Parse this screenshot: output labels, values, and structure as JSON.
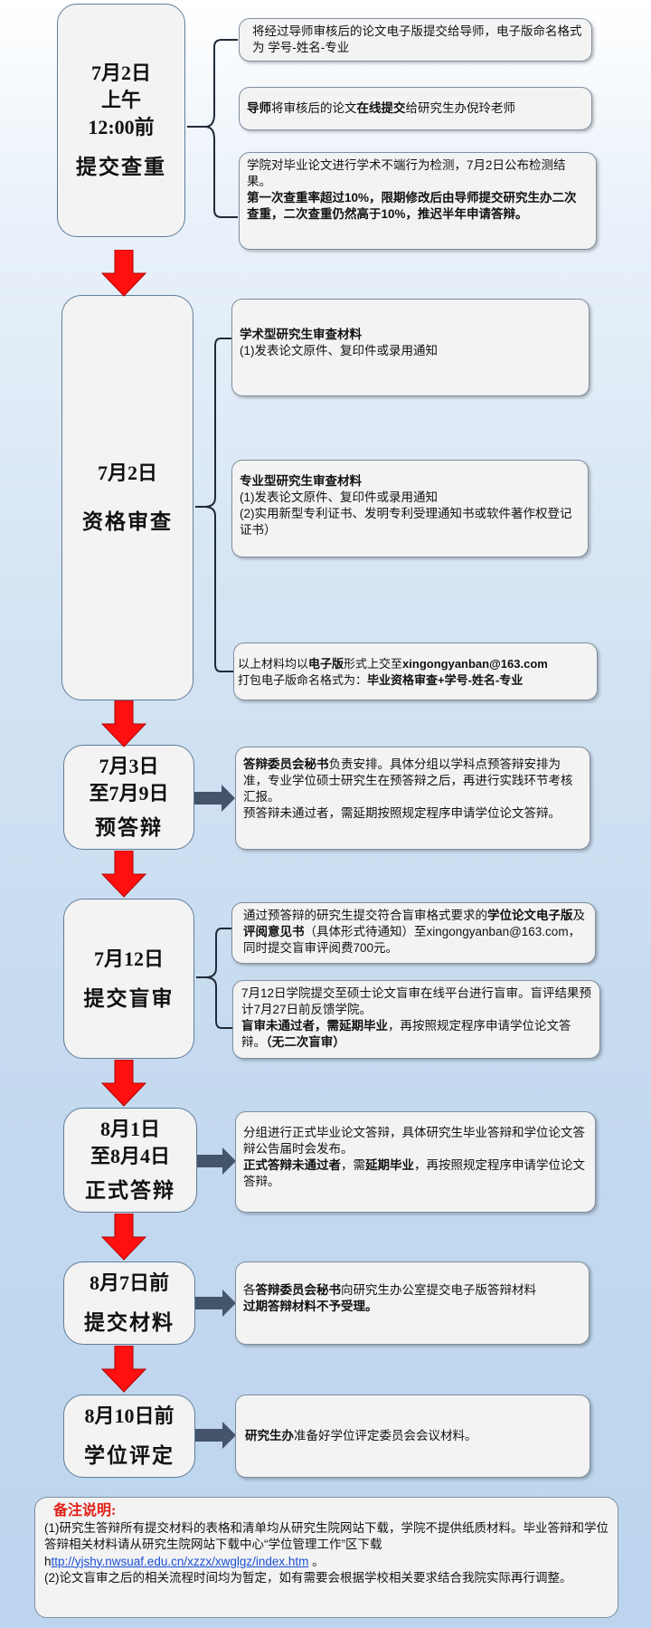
{
  "stages": [
    {
      "lines": [
        "7月2日",
        "上午",
        "12:00前"
      ],
      "name": "提交查重"
    },
    {
      "lines": [
        "7月2日"
      ],
      "name": "资格审查"
    },
    {
      "lines": [
        "7月3日",
        "至7月9日"
      ],
      "name": "预答辩"
    },
    {
      "lines": [
        "7月12日"
      ],
      "name": "提交盲审"
    },
    {
      "lines": [
        "8月1日",
        "至8月4日"
      ],
      "name": "正式答辩"
    },
    {
      "lines": [
        "8月7日前"
      ],
      "name": "提交材料"
    },
    {
      "lines": [
        "8月10日前"
      ],
      "name": "学位评定"
    }
  ],
  "boxes": {
    "s1a": "将经过导师审核后的论文电子版提交给导师，电子版命名格式为 学号-姓名-专业",
    "s1b": {
      "p1": "导师",
      "p2": "将审核后的论文",
      "p3": "在线提交",
      "p4": "给研究生办倪玲老师"
    },
    "s1c": {
      "normal": "学院对毕业论文进行学术不端行为检测，7月2日公布检测结果。",
      "bold": "第一次查重率超过10%，限期修改后由导师提交研究生办二次查重，二次查重仍然高于10%，推迟半年申请答辩。"
    },
    "s2a": {
      "title": "学术型研究生审查材料",
      "l1": "(1)发表论文原件、复印件或录用通知"
    },
    "s2b": {
      "title": "专业型研究生审查材料",
      "l1": "(1)发表论文原件、复印件或录用通知",
      "l2": "(2)实用新型专利证书、发明专利受理通知书或软件著作权登记证书）"
    },
    "s2c": {
      "p1": "以上材料均以",
      "p2": "电子版",
      "p3": "形式上交至",
      "p4": "xingongyanban@163.com",
      "p5": "打包电子版命名格式为：",
      "p6": "毕业资格审查+学号-姓名-专业"
    },
    "s3": {
      "b1": "答辩委员会秘书",
      "t1": "负责安排。具体分组以学科点预答辩安排为准，专业学位硕士研究生在预答辩之后，再进行实践环节考核汇报。",
      "t2": "预答辩未通过者，需延期按照规定程序申请学位论文答辩。"
    },
    "s4a": {
      "t1": "通过预答辩的研究生提交符合盲审格式要求的",
      "b1": "学位论文电子版",
      "t2": "及",
      "b2": "评阅意见书",
      "t3": "（具体形式待通知）至xingongyanban@163.com，同时提交盲审评阅费700元。"
    },
    "s4b": {
      "t1": "7月12日学院提交至硕士论文盲审在线平台进行盲审。盲评结果预计7月27日前反馈学院。",
      "b1": "盲审未通过者，需延期毕业",
      "t2": "，再按照规定程序申请学位论文答辩。",
      "b2": "（无二次盲审）"
    },
    "s5": {
      "t1": "分组进行正式毕业论文答辩，具体研究生毕业答辩和学位论文答辩公告届时会发布。",
      "b1": "正式答辩未通过者",
      "t2": "，需",
      "b2": "延期毕业",
      "t3": "，再按照规定程序申请学位论文答辩。"
    },
    "s6": {
      "t1": "各",
      "b1": "答辩委员会秘书",
      "t2": "向研究生办公室提交电子版答辩材料",
      "b2": "过期答辩材料不予受理。"
    },
    "s7": {
      "b1": "研究生办",
      "t1": "准备好学位评定委员会会议材料。"
    }
  },
  "note": {
    "title": "备注说明:",
    "l1": "(1)研究生答辩所有提交材料的表格和清单均从研究生院网站下载，学院不提供纸质材料。毕业答辩和学位答辩相关材料请从研究生院网站下载中心“学位管理工作”区下载",
    "link_prefix": "h",
    "link": "ttp://yjshy.nwsuaf.edu.cn/xzzx/xwglgz/index.htm",
    "l1_end": " 。",
    "l2": "(2)论文盲审之后的相关流程时间均为暂定，如有需要会根据学校相关要求结合我院实际再行调整。"
  },
  "colors": {
    "arrow_red": "#ff1010",
    "arrow_blue": "#44546a",
    "bracket": "#1f2a38"
  }
}
